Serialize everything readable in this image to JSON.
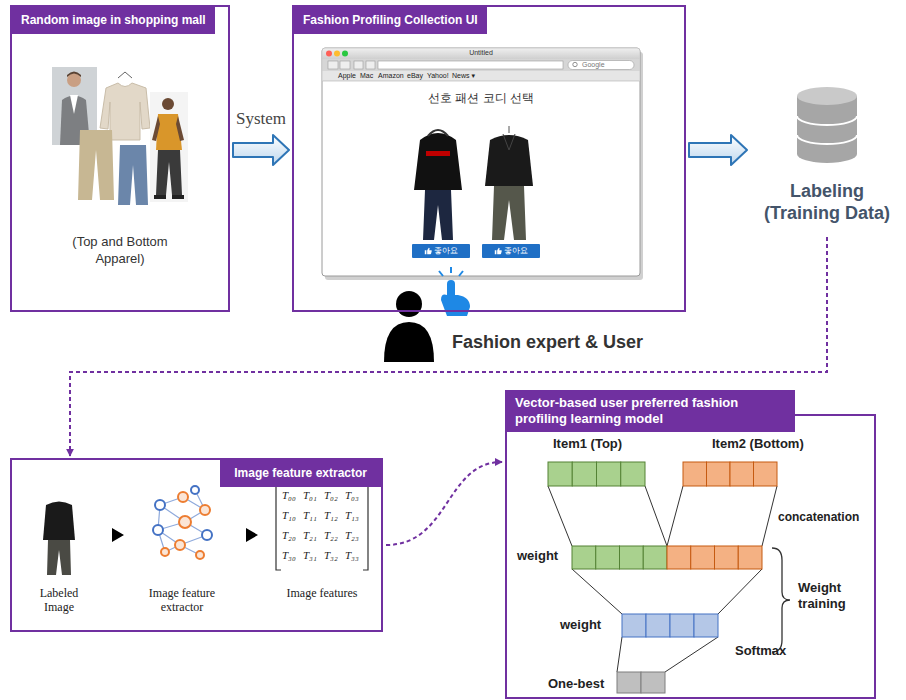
{
  "diagram": {
    "nodes": [
      {
        "text": [
          "Random image in shopping mall",
          "(Top and Bottom Apparel)"
        ]
      },
      {
        "text": [
          "Fashion Profiling Collection UI"
        ]
      },
      {
        "text": [
          "Untitled",
          "선호 패션 코디 선택"
        ],
        "in": 1
      },
      {
        "text": [
          "좋아요"
        ],
        "in": 2
      },
      {
        "text": [
          "좋아요"
        ],
        "in": 2
      },
      {
        "text": [
          "Labeling (Training Data)"
        ]
      },
      {
        "text": [
          "Image feature extractor"
        ]
      },
      {
        "text": [
          "Vector-based user preferred fashion profiling learning model"
        ]
      }
    ],
    "edges": [
      {
        "from": 0,
        "to": 1,
        "label": "System",
        "arrow": "to"
      },
      {
        "from": 1,
        "to": 5,
        "arrow": "to"
      },
      {
        "from": 5,
        "to": 6,
        "arrow": "to"
      },
      {
        "from": 6,
        "to": 7,
        "arrow": "to"
      }
    ],
    "labels": [
      "Apple",
      "Mac",
      "Amazon",
      "eBay",
      "Yahoo!",
      "News ▾",
      "Google",
      "Fashion expert & User",
      "Labeled Image",
      "Image feature extractor",
      "Image features",
      "T₀₀",
      "T₀₁",
      "T₀₂",
      "T₀₃",
      "T₁₀",
      "T₁₁",
      "T₁₂",
      "T₁₃",
      "T₂₀",
      "T₂₁",
      "T₂₂",
      "T₂₃",
      "T₃₀",
      "T₃₁",
      "T₃₂",
      "T₃₃",
      "Item1 (Top)",
      "Item2 (Bottom)",
      "concatenation",
      "weight",
      "Weight training",
      "weight",
      "Softmax",
      "One-best"
    ]
  }
}
